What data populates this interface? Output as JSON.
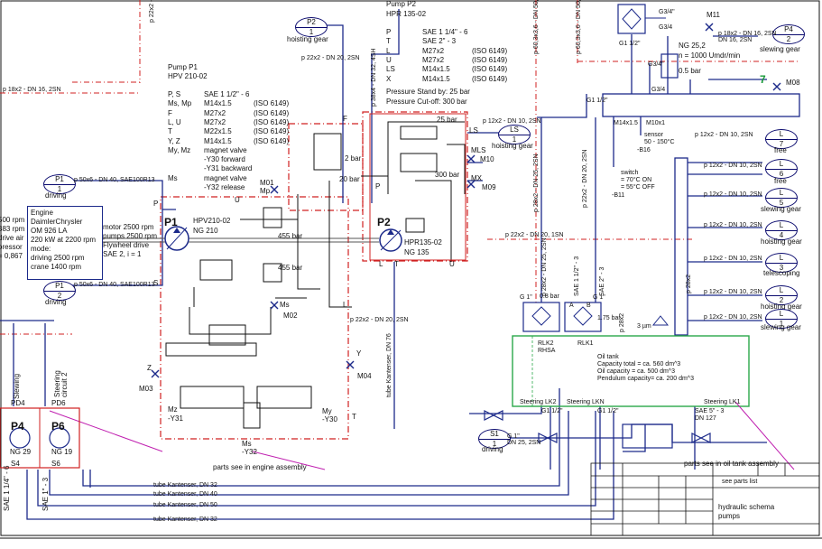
{
  "pump_p1": {
    "title": "Pump P1",
    "model": "HPV 210-02",
    "ports": [
      {
        "port": "P, S",
        "size": "SAE 1 1/2\" - 6",
        "std": ""
      },
      {
        "port": "Ms, Mp",
        "size": "M14x1.5",
        "std": "(ISO 6149)"
      },
      {
        "port": "F",
        "size": "M27x2",
        "std": "(ISO 6149)"
      },
      {
        "port": "L, U",
        "size": "M27x2",
        "std": "(ISO 6149)"
      },
      {
        "port": "T",
        "size": "M22x1.5",
        "std": "(ISO 6149)"
      },
      {
        "port": "Y, Z",
        "size": "M14x1.5",
        "std": "(ISO 6149)"
      },
      {
        "port": "My, Mz",
        "size": "magnet valve",
        "std": ""
      },
      {
        "port": "",
        "size": "-Y30 forward",
        "std": ""
      },
      {
        "port": "",
        "size": "-Y31 backward",
        "std": ""
      },
      {
        "port": "Ms",
        "size": "magnet valve",
        "std": ""
      },
      {
        "port": "",
        "size": "-Y32 release",
        "std": ""
      }
    ]
  },
  "pump_p2": {
    "title": "Pump P2",
    "model": "HPR 135-02",
    "ports": [
      {
        "port": "P",
        "size": "SAE 1 1/4\" - 6",
        "std": ""
      },
      {
        "port": "T",
        "size": "SAE 2\" - 3",
        "std": ""
      },
      {
        "port": "L",
        "size": "M27x2",
        "std": "(ISO 6149)"
      },
      {
        "port": "U",
        "size": "M27x2",
        "std": "(ISO 6149)"
      },
      {
        "port": "LS",
        "size": "M14x1.5",
        "std": "(ISO 6149)"
      },
      {
        "port": "X",
        "size": "M14x1.5",
        "std": "(ISO 6149)"
      }
    ],
    "standby": "Pressure Stand by: 25 bar",
    "cutoff": "Pressure Cut-off: 300 bar"
  },
  "engine": {
    "lines": [
      "Engine",
      "DaimlerChrysler",
      "OM 926 LA",
      "220 kW at 2200 rpm",
      "mode:",
      "driving 2500 rpm",
      "crane  1400 rpm"
    ],
    "left_cut": [
      "500 rpm",
      "383 rpm",
      "drive air",
      "pressor",
      "= 0,867"
    ]
  },
  "drive": {
    "lines": [
      "motor 2500 rpm",
      "pumps 2500 rpm",
      "Flywheel drive",
      "SAE 2, i = 1"
    ]
  },
  "bubbles": {
    "p2_hoist": {
      "num": "P2",
      "sub": "1",
      "label": "hoisting gear"
    },
    "p4_slew": {
      "num": "P4",
      "sub": "2",
      "label": "slewing gear"
    },
    "p1_drive_top": {
      "num": "P1",
      "sub": "1",
      "label": "driving"
    },
    "p1_drive_bot": {
      "num": "P1",
      "sub": "2",
      "label": "driving"
    },
    "ls_hoist": {
      "num": "LS",
      "sub": "1",
      "label": "hoisting gear"
    },
    "s1_drive": {
      "num": "S1",
      "sub": "1",
      "label": "driving"
    },
    "l7": {
      "num": "L",
      "sub": "7",
      "label": "free"
    },
    "l6": {
      "num": "L",
      "sub": "6",
      "label": "free"
    },
    "l5": {
      "num": "L",
      "sub": "5",
      "label": "slewing gear"
    },
    "l4": {
      "num": "L",
      "sub": "4",
      "label": "hoisting gear"
    },
    "l3": {
      "num": "L",
      "sub": "3",
      "label": "telescoping"
    },
    "l2": {
      "num": "L",
      "sub": "2",
      "label": "hoisting gear"
    },
    "l1": {
      "num": "L",
      "sub": "1",
      "label": "slewing gear"
    }
  },
  "labels": {
    "p1_symbol": "P1",
    "p1_model": "HPV210-02",
    "p1_ng": "NG 210",
    "p2_symbol": "P2",
    "p2_model": "HPR135-02",
    "p2_ng": "NG 135",
    "bar455_a": "455 bar",
    "bar455_b": "455 bar",
    "bar2": "2 bar",
    "bar20": "20 bar",
    "bar25": "25 bar",
    "bar300": "300 bar",
    "m01": "M01",
    "mp": "Mp",
    "m02": "M02",
    "ms": "Ms",
    "m03": "M03",
    "m04": "M04",
    "mls": "MLS",
    "m10": "M10",
    "mx": "MX",
    "m09": "M09",
    "m11": "M11",
    "m08": "M08",
    "mz": "Mz",
    "y31": "-Y31",
    "my": "My",
    "y30": "-Y30",
    "ms2": "Ms",
    "y32": "-Y32",
    "port_p": "P",
    "port_s": "S",
    "port_u": "U",
    "port_f": "F",
    "port_l": "L",
    "port_l2": "L",
    "port_t": "T",
    "port_u2": "U",
    "port_y": "Y",
    "port_z": "Z",
    "port_t2": "T",
    "port_p2": "P",
    "port_ls": "LS",
    "port_x": "MX",
    "ng252": "NG 25,2",
    "rpm1000": "n = 1000 Umdr/min",
    "bar05": "0.5 bar",
    "g34": "G3/4\"",
    "g34b": "G3/4",
    "g34c": "G3/4\"",
    "g34d": "G3/4",
    "g112": "G1 1/2\"",
    "g112b": "G1 1/2\"",
    "num7": "7",
    "m14": "M14x1.5",
    "m10x1": "M10x1",
    "sensor": "sensor",
    "temp": "50 - 150°C",
    "b16": "-B16",
    "switch": "switch",
    "on70": "= 70°C ON",
    "off55": "= 55°C OFF",
    "b11": "-B11",
    "bar08": "0.8 bar",
    "bar175": "1.75 bar",
    "g1": "G 1\"",
    "g1b": "G 1\"",
    "um3": "3 µm",
    "rlk2": "RLK2",
    "rhsa": "RHSA",
    "rlk1": "RLK1",
    "port_a": "A",
    "port_b": "B",
    "oil_tank": "Oil tank",
    "cap_total": "Capacity total      =  ca. 560 dm^3",
    "oil_cap": "Oil capacity         =  ca. 500 dm^3",
    "pend_cap": "Pendulum capacity=  ca. 200 dm^3",
    "steer_lk2": "Steering LK2",
    "steer_lkn": "Steering LKN",
    "steer_lk1": "Steering LK1",
    "g112c": "G1 1/2\"",
    "g112d": "G1 1/2\"",
    "sae5": "SAE 5\" - 3",
    "dn127": "DN 127",
    "parts_engine": "parts see in engine assembly",
    "parts_oil": "parts see in oil tank assembly",
    "g1_2": "G 1\"",
    "dn25": "DN 25, 2SN",
    "p4": "P4",
    "ng29": "NG 29",
    "s4": "S4",
    "p6": "P6",
    "ng19": "NG 19",
    "s6": "S6",
    "pd4": "PD4",
    "pd6": "PD6",
    "slewing": "Slewing",
    "steering": "Steering",
    "circuit2": "circuit 2",
    "sae114": "SAE 1 1/4\" - 6",
    "sae1": "SAE 1\" - 3",
    "tube32a": "tube Kantenser, DN 32",
    "tube40": "tube Kantenser, DN 40",
    "tube50": "tube Kantenser, DN 50",
    "tube32b": "tube Kantenser, DN 32",
    "tube76": "tube Kantenser, DN 76",
    "hose_p1_top": "p 50x6 - DN 40, SAE100R13",
    "hose_p1_bot": "p 50x6 - DN 40, SAE100R13",
    "hose_p2": "p 22x2 - DN 20, 2SN",
    "hose_ls": "p 12x2 - DN 10, 2SN",
    "hose_mid": "p 22x2 - DN 20, 1SN",
    "hose_l": "p 22x2 - DN 20, 2SN",
    "hose_p4": "p 18x2 - DN 16, 2SN",
    "hose_left": "p 18x2 - DN 16, 2SN",
    "hose_l7": "p 12x2 - DN 10, 2SN",
    "hose_l6": "p 12x2 - DN 10, 2SN",
    "hose_l5": "p 12x2 - DN 10, 2SN",
    "hose_l4": "p 12x2 - DN 10, 2SN",
    "hose_l3": "p 12x2 - DN 10, 2SN",
    "hose_l2": "p 12x2 - DN 10, 2SN",
    "hose_l1": "p 12x2 - DN 10, 2SN",
    "dn16": "DN 16, 2SN",
    "hose_v1": "p 38x4 - DN 32, 4SH",
    "hose_v2": "p 22x2 - DN 20, 2SN",
    "hose_v3": "p 60,3x3,6 - DN 50, 2SN",
    "hose_v4": "p 60,3x3,6 - DN 50, 2SN",
    "hose_v5": "p 28x2",
    "hose_v6": "p 28x2 - DN 25, 2SN",
    "hose_v7": "p 22x2 - DN 20, 2SN",
    "hose_v8": "SAE 2\" - 3",
    "hose_v9": "SAE 1 1/2\" - 3",
    "hose_v10": "p 28x2 - DN 25, 2SN",
    "hose_v11": "p 28x2"
  },
  "title_block": {
    "see_parts": "see parts list",
    "drawing_title_1": "hydraulic schema",
    "drawing_title_2": "pumps"
  },
  "colors": {
    "line_blue": "#1c2a8a",
    "line_red": "#d02020",
    "line_green": "#2aa84a",
    "line_magenta": "#c020b0",
    "line_black": "#111111"
  }
}
